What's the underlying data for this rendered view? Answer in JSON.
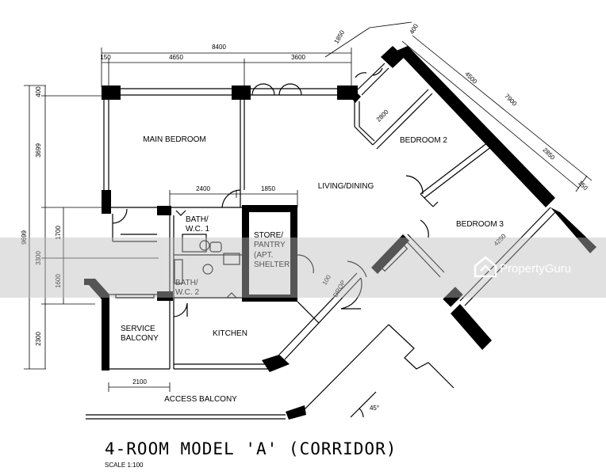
{
  "title": "4-ROOM MODEL 'A' (CORRIDOR)",
  "scale": "SCALE  1:100",
  "rooms": {
    "main_bedroom": "MAIN BEDROOM",
    "bedroom2": "BEDROOM 2",
    "bedroom3": "BEDROOM 3",
    "living_dining": "LIVING/DINING",
    "bath1_l1": "BATH/",
    "bath1_l2": "W.C. 1",
    "bath2_l1": "BATH/",
    "bath2_l2": "W.C. 2",
    "store_l1": "STORE/",
    "store_l2": "PANTRY",
    "store_l3": "(APT.",
    "store_l4": "SHELTER)",
    "service_l1": "SERVICE",
    "service_l2": "BALCONY",
    "kitchen": "KITCHEN",
    "access_balcony": "ACCESS BALCONY"
  },
  "dimensions": {
    "top_total": "8400",
    "top_150": "150",
    "top_4650": "4650",
    "top_3600": "3600",
    "top_1850": "1850",
    "top_400": "400",
    "diag_4500": "4500",
    "diag_7900": "7900",
    "diag_2800": "2800",
    "diag_2850": "2850",
    "diag_150": "150",
    "diag_4250": "4250",
    "left_400": "400",
    "left_3699": "3699",
    "left_9699": "9699",
    "left_1700": "1700",
    "left_3300": "3300",
    "left_1600": "1600",
    "left_2300": "2300",
    "inner_2400": "2400",
    "inner_1850": "1850",
    "bottom_2100": "2100",
    "drop_100": "100",
    "drop_label": "DROP",
    "angle": "45°"
  },
  "watermark": {
    "brand": "PropertyGuru",
    "icon": "propertyguru-logo-icon"
  }
}
